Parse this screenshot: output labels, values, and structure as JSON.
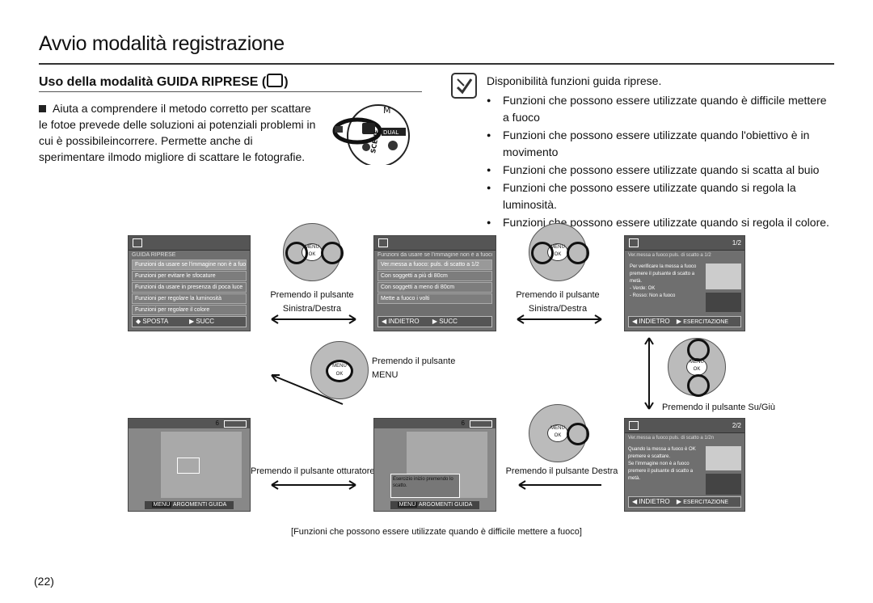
{
  "page": {
    "title": "Avvio modalità registrazione",
    "subtitle": "Uso della modalità GUIDA RIPRESE (",
    "subtitle_end": ")",
    "intro": "Aiuta a comprendere il metodo corretto per scattare le fotoe prevede delle soluzioni ai potenziali problemi in cui è possibileincorrere.  Permette anche di sperimentare ilmodo migliore di scattare le fotografie.",
    "page_number": "(22)",
    "footnote": "[Funzioni che possono essere utilizzate quando è difficile mettere a fuoco]"
  },
  "dial": {
    "labels": [
      "M",
      "SCENE",
      "DUAL"
    ]
  },
  "note": {
    "heading": "Disponibilità funzioni guida riprese.",
    "items": [
      "Funzioni che possono essere utilizzate quando è difficile mettere a fuoco",
      "Funzioni che possono essere utilizzate quando l'obiettivo è in movimento",
      "Funzioni che possono essere utilizzate quando si scatta al buio",
      "Funzioni che possono essere utilizzate quando si regola la luminosità.",
      "Funzioni che possono essere utilizzate quando si regola il colore."
    ]
  },
  "screen1": {
    "header": "GUIDA RIPRESE",
    "rows": [
      "Funzioni da usare se l'immagine non è a fuoco",
      "Funzioni per evitare le sfocature",
      "Funzioni da usare in presenza di poca luce",
      "Funzioni per regolare la luminosità",
      "Funzioni per regolare il colore"
    ],
    "foot_left": "SPOSTA",
    "foot_right": "SUCC"
  },
  "screen2": {
    "header": "Funzioni da usare se l'immagine non è a fuoco",
    "rows": [
      "Ver.messa a fuoco: puls. di scatto a 1/2",
      "Con soggetti a più di 80cm",
      "Con soggetti a meno di 80cm",
      "Mette a fuoco i volti"
    ],
    "foot_left": "INDIETRO",
    "foot_right": "SUCC"
  },
  "screen3": {
    "page": "1/2",
    "header": "Ver.messa a fuoco:puls. di scatto a 1/2",
    "text": "Per verificare la messa a fuoco premere il pulsante di scatto a metà.",
    "line1": "- Verde: OK",
    "line2": "- Rosso: Non a fuoco",
    "foot_left": "INDIETRO",
    "foot_right": "ESERCITAZIONE"
  },
  "screen4": {
    "page": "2/2",
    "header": "Ver.messa a fuoco:puls. di scatto a 1/2n",
    "text1": "Quando la messa a fuoco è OK premere e scattare.",
    "text2": "Se l'immagine non è a fuoco premere il pulsante di scatto a metà.",
    "foot_left": "INDIETRO",
    "foot_right": "ESERCITAZIONE"
  },
  "photo1": {
    "menu": "MENU",
    "label": "ARGOMENTI GUIDA",
    "count": "6"
  },
  "photo2": {
    "menu": "MENU",
    "label": "ARGOMENTI GUIDA",
    "count": "6",
    "popup": "Esercizio inizio premendo lo scatto."
  },
  "pad": {
    "menu": "MENU",
    "ok": "OK"
  },
  "captions": {
    "lr1": "Premendo il pulsante",
    "lr2": "Sinistra/Destra",
    "menu1": "Premendo il pulsante",
    "menu2": "MENU",
    "updown": "Premendo il pulsante Su/Giù",
    "shutter": "Premendo il pulsante otturatore",
    "right": "Premendo il pulsante Destra"
  }
}
